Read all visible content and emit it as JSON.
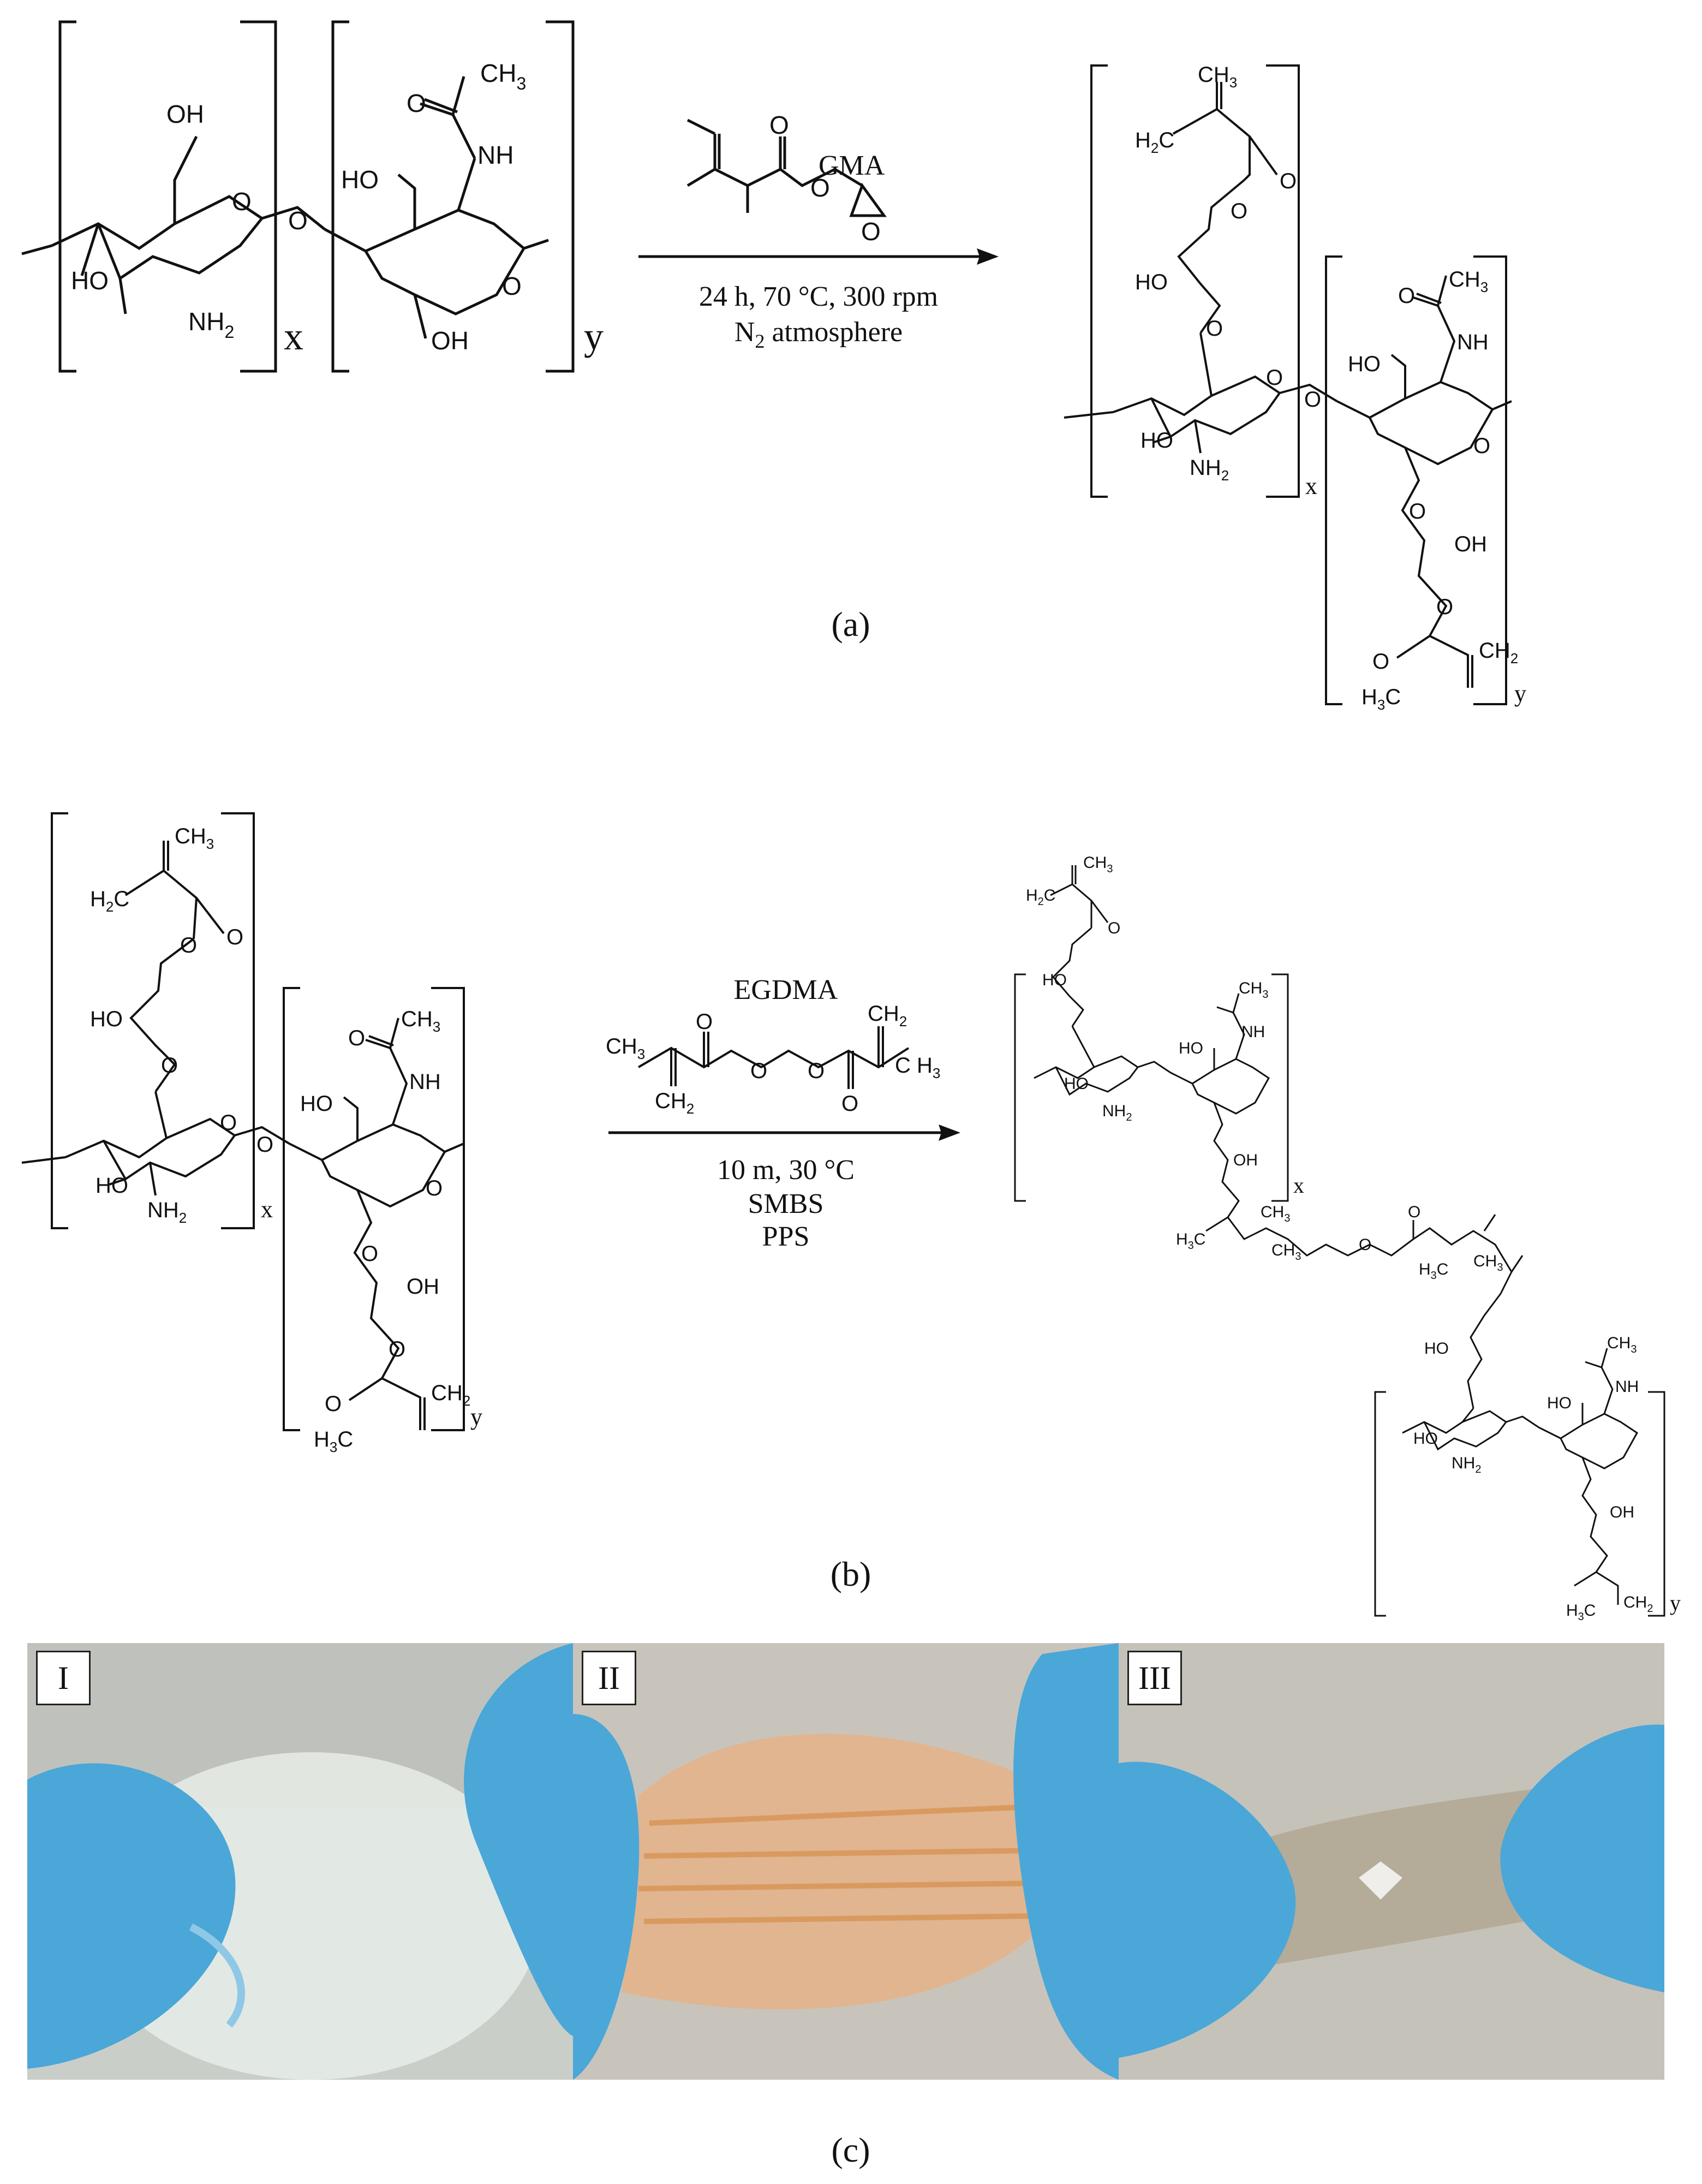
{
  "panel_a": {
    "caption": "(a)",
    "reagent": "GMA",
    "condition_line1": "24 h, 70 °C, 300 rpm",
    "condition_line2": "N",
    "condition_line2_sub": "2",
    "condition_line2_rest": " atmosphere",
    "subscript_x": "x",
    "subscript_y": "y"
  },
  "panel_b": {
    "caption": "(b)",
    "reagent": "EGDMA",
    "condition_line1": "10 m, 30 °C",
    "condition_line2": "SMBS",
    "condition_line3": "PPS",
    "subscript_x": "x",
    "subscript_y": "y"
  },
  "panel_c": {
    "caption": "(c)",
    "photos": [
      {
        "label": "I",
        "tint": "#c9d2cf"
      },
      {
        "label": "II",
        "tint": "#e2b48c"
      },
      {
        "label": "III",
        "tint": "#b3a996"
      }
    ]
  },
  "atoms": {
    "oh": "OH",
    "ho": "HO",
    "nh2": "NH",
    "nh2_sub": "2",
    "nh": "NH",
    "ch3": "CH",
    "ch3_sub": "3",
    "o": "O",
    "h2c": "H",
    "h2c_sub": "2",
    "h2c_rest": "C",
    "ch2": "CH",
    "ch2_sub": "2",
    "h3c": "H",
    "h3c_sub": "3",
    "h3c_rest": "C",
    "ch3_spaced": "C H",
    "ch3_spaced_sub": "3"
  },
  "colors": {
    "glove": "#4aa7d8",
    "film_orange": "#d99a60"
  }
}
